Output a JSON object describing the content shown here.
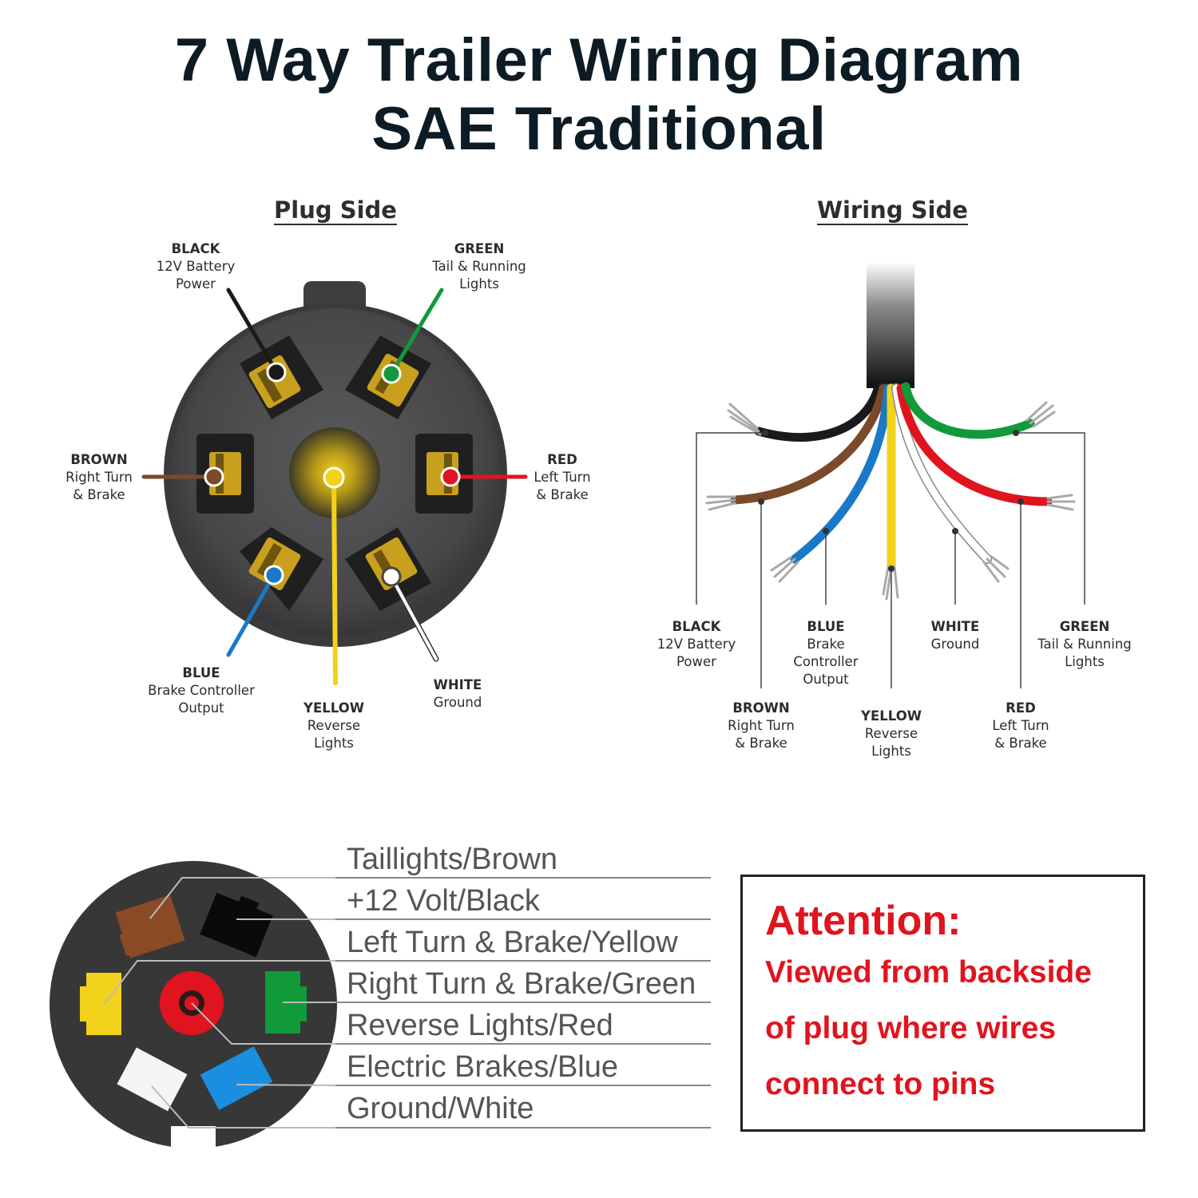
{
  "title": {
    "line1": "7 Way Trailer Wiring Diagram",
    "line2": "SAE Traditional"
  },
  "plug_side": {
    "heading": "Plug Side",
    "pins": [
      {
        "id": "black",
        "color_name": "BLACK",
        "desc1": "12V Battery",
        "desc2": "Power",
        "wire_color": "#1a1a1a"
      },
      {
        "id": "green",
        "color_name": "GREEN",
        "desc1": "Tail & Running",
        "desc2": "Lights",
        "wire_color": "#119a3a"
      },
      {
        "id": "brown",
        "color_name": "BROWN",
        "desc1": "Right Turn",
        "desc2": "& Brake",
        "wire_color": "#7a4a2a"
      },
      {
        "id": "red",
        "color_name": "RED",
        "desc1": "Left Turn",
        "desc2": "& Brake",
        "wire_color": "#e0141e"
      },
      {
        "id": "blue",
        "color_name": "BLUE",
        "desc1": "Brake Controller",
        "desc2": "Output",
        "wire_color": "#1a78c8"
      },
      {
        "id": "yellow",
        "color_name": "YELLOW",
        "desc1": "Reverse",
        "desc2": "Lights",
        "wire_color": "#f2d21a"
      },
      {
        "id": "white",
        "color_name": "WHITE",
        "desc1": "Ground",
        "desc2": "",
        "wire_color": "#f0f0f0"
      }
    ]
  },
  "wiring_side": {
    "heading": "Wiring Side",
    "labels": [
      {
        "id": "black",
        "color_name": "BLACK",
        "lines": [
          "12V Battery",
          "Power"
        ]
      },
      {
        "id": "brown",
        "color_name": "BROWN",
        "lines": [
          "Right Turn",
          "& Brake"
        ]
      },
      {
        "id": "blue",
        "color_name": "BLUE",
        "lines": [
          "Brake",
          "Controller",
          "Output"
        ]
      },
      {
        "id": "yellow",
        "color_name": "YELLOW",
        "lines": [
          "Reverse",
          "Lights"
        ]
      },
      {
        "id": "white",
        "color_name": "WHITE",
        "lines": [
          "Ground"
        ]
      },
      {
        "id": "red",
        "color_name": "RED",
        "lines": [
          "Left Turn",
          "& Brake"
        ]
      },
      {
        "id": "green",
        "color_name": "GREEN",
        "lines": [
          "Tail & Running",
          "Lights"
        ]
      }
    ]
  },
  "legend": {
    "items": [
      "Taillights/Brown",
      "+12 Volt/Black",
      "Left Turn & Brake/Yellow",
      "Right Turn & Brake/Green",
      "Reverse Lights/Red",
      "Electric Brakes/Blue",
      "Ground/White"
    ]
  },
  "attention": {
    "heading": "Attention:",
    "line1": "Viewed from backside",
    "line2": "of plug where wires",
    "line3": "connect to pins"
  },
  "colors": {
    "title": "#0d1b24",
    "attention": "#e0141e",
    "plug_body": "#4a4a4c",
    "plug_rim": "#2a2a2c"
  }
}
